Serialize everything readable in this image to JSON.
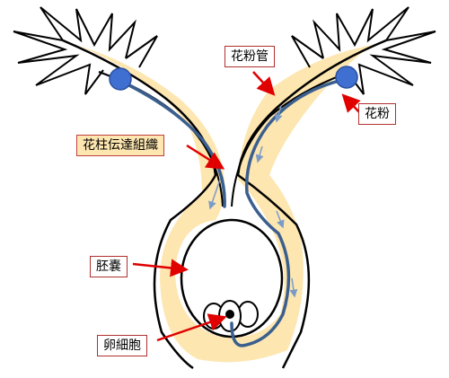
{
  "labels": {
    "pollen_tube": "花粉管",
    "pollen": "花粉",
    "transmitting_tissue": "花柱伝達組織",
    "embryo_sac": "胚嚢",
    "egg_cell": "卵細胞"
  },
  "colors": {
    "tissue": "#fde6b0",
    "pollen": "#3f6fd0",
    "tube": "#3a5f8f",
    "arrow": "#e00000",
    "outline": "#000000"
  }
}
